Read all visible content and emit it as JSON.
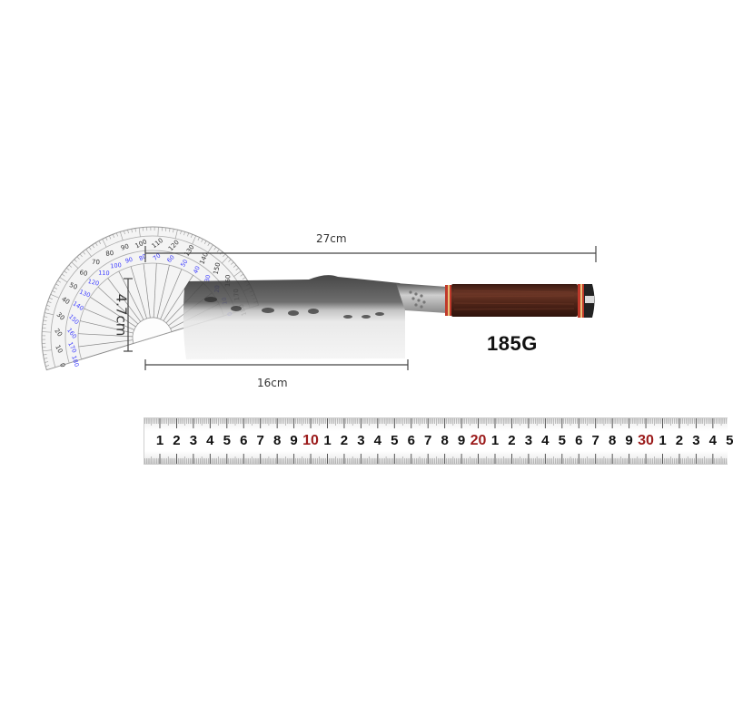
{
  "product": {
    "type": "chef-knife-cleaver",
    "weight_label": "185G"
  },
  "dimensions": {
    "total_length": "27cm",
    "blade_length": "16cm",
    "blade_height": "4.7cm"
  },
  "protractor": {
    "outer_scale": [
      "0",
      "10",
      "20",
      "30",
      "40",
      "50",
      "60",
      "70",
      "80",
      "90",
      "100",
      "110",
      "120",
      "130",
      "140",
      "150",
      "160",
      "170",
      "180"
    ],
    "inner_scale": [
      "180",
      "170",
      "160",
      "150",
      "140",
      "130",
      "120",
      "110",
      "100",
      "90",
      "80",
      "70",
      "60",
      "50",
      "40",
      "30",
      "20",
      "10",
      "0"
    ],
    "inner_color": "#3b3bff"
  },
  "ruler": {
    "unit": "cm",
    "labels": [
      "1",
      "2",
      "3",
      "4",
      "5",
      "6",
      "7",
      "8",
      "9",
      "10",
      "1",
      "2",
      "3",
      "4",
      "5",
      "6",
      "7",
      "8",
      "9",
      "20",
      "1",
      "2",
      "3",
      "4",
      "5",
      "6",
      "7",
      "8",
      "9",
      "30",
      "1",
      "2",
      "3",
      "4",
      "5"
    ],
    "major_labels": [
      "10",
      "20",
      "30"
    ],
    "major_color": "#9b1b1b"
  },
  "colors": {
    "handle_wood": "#5a2a1e",
    "handle_ring": "#c0392b",
    "blade_steel": "#d9d9d9",
    "blade_hammered": "#3a3a3a"
  }
}
